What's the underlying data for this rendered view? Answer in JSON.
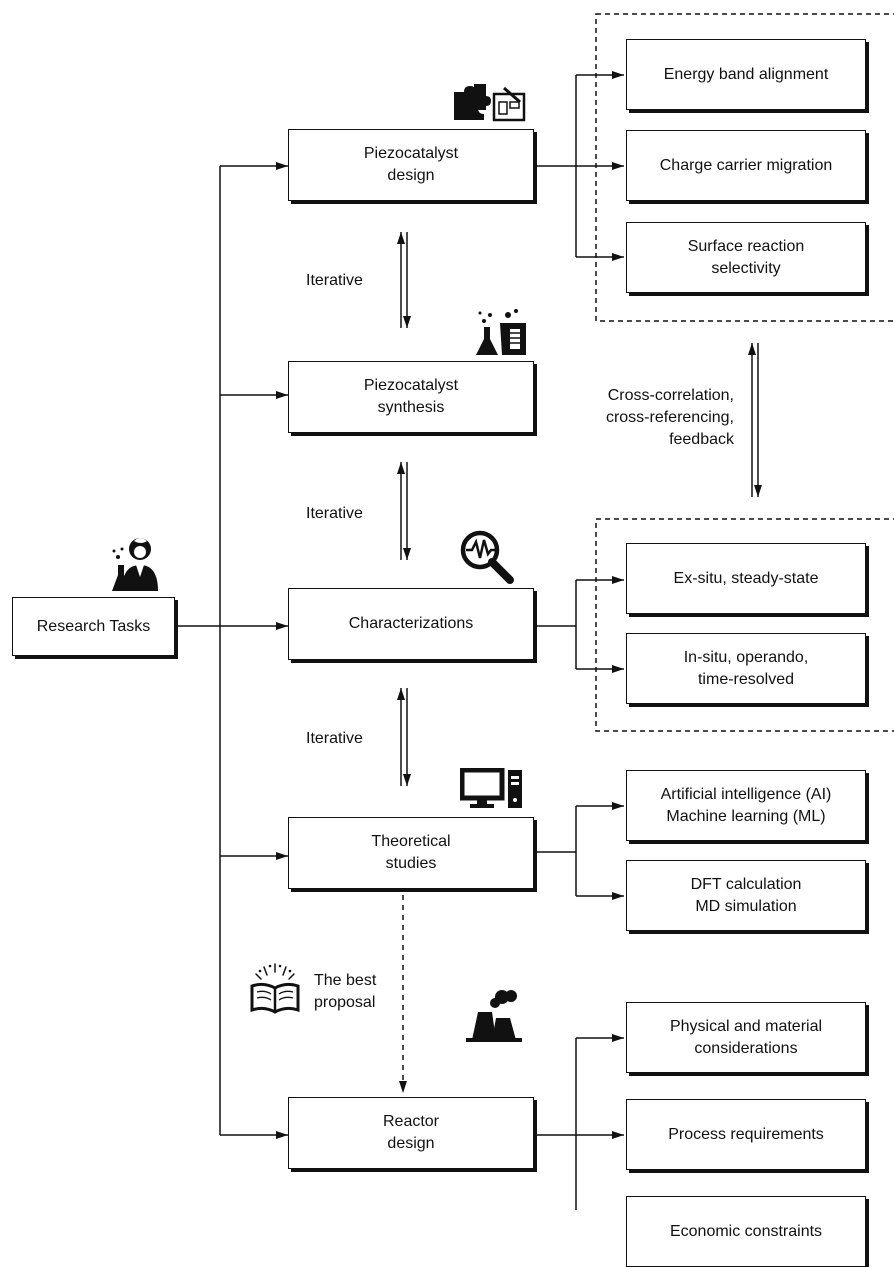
{
  "root": {
    "label": "Research Tasks"
  },
  "tasks": [
    {
      "lines": [
        "Piezocatalyst",
        "design"
      ]
    },
    {
      "lines": [
        "Piezocatalyst",
        "synthesis"
      ]
    },
    {
      "lines": [
        "Characterizations"
      ]
    },
    {
      "lines": [
        "Theoretical",
        "studies"
      ]
    },
    {
      "lines": [
        "Reactor",
        "design"
      ]
    }
  ],
  "iteration_label": "Iterative",
  "design_aspects": [
    {
      "lines": [
        "Energy band alignment"
      ]
    },
    {
      "lines": [
        "Charge carrier migration"
      ]
    },
    {
      "lines": [
        "Surface reaction",
        "selectivity"
      ]
    }
  ],
  "characterization_modes": [
    {
      "lines": [
        "Ex-situ, steady-state"
      ]
    },
    {
      "lines": [
        "In-situ, operando,",
        "time-resolved"
      ]
    }
  ],
  "theory_methods": [
    {
      "lines": [
        "Artificial intelligence (AI)",
        "Machine learning (ML)"
      ]
    },
    {
      "lines": [
        "DFT calculation",
        "MD simulation"
      ]
    }
  ],
  "reactor_factors": [
    {
      "lines": [
        "Physical and material",
        "considerations"
      ]
    },
    {
      "lines": [
        "Process requirements"
      ]
    },
    {
      "lines": [
        "Economic constraints"
      ]
    }
  ],
  "feedback_label": [
    "Cross-correlation,",
    "cross-referencing,",
    "feedback"
  ],
  "proposal_label": [
    "The best",
    "proposal"
  ],
  "icons": [
    "researcher-icon",
    "puzzle-blueprint-icon",
    "flask-beaker-icon",
    "magnifier-signal-icon",
    "computer-icon",
    "open-book-icon",
    "factory-icon"
  ]
}
